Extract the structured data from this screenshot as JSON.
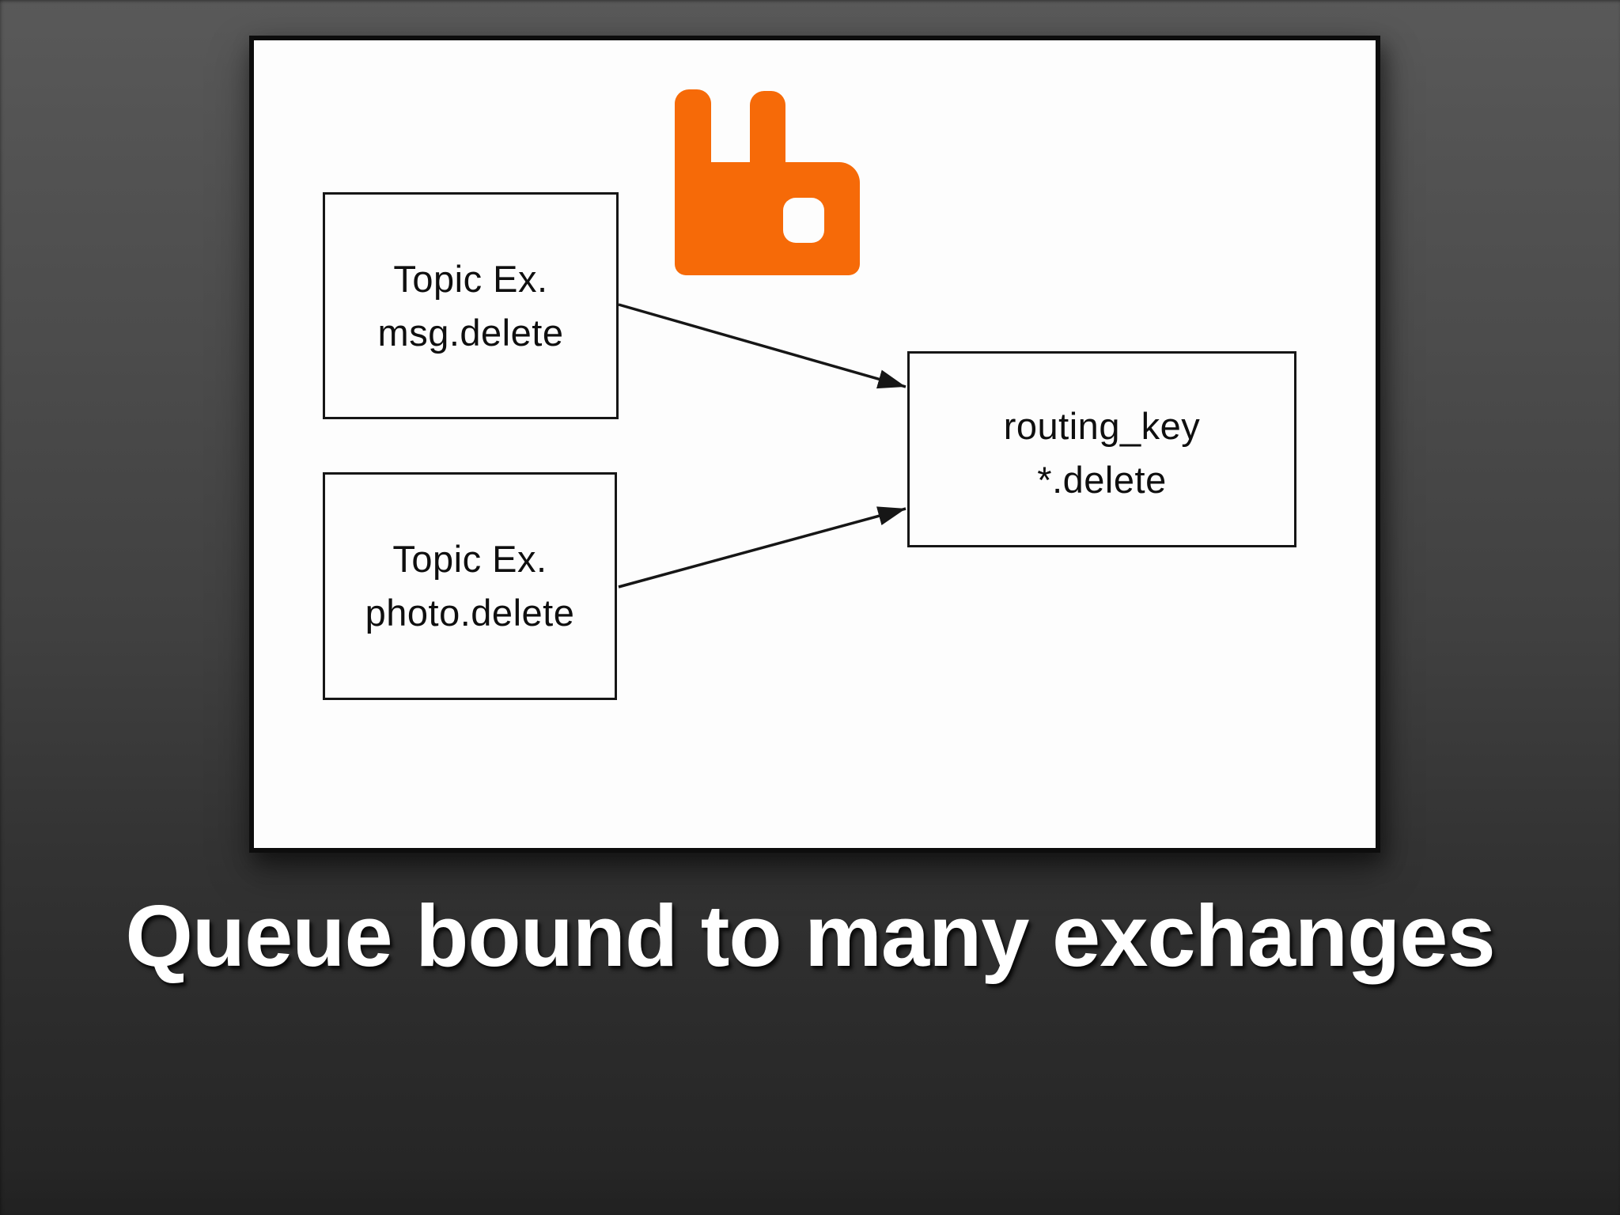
{
  "slide": {
    "title": "Queue bound to many exchanges",
    "colors": {
      "background_top": "#595959",
      "background_bottom": "#212121",
      "panel_bg": "#fdfdfd",
      "panel_border": "#0d0d0d",
      "box_border": "#161616",
      "diagram_text": "#0f0f0f",
      "logo_orange": "#f66a08",
      "title_text": "#ffffff"
    },
    "diagram": {
      "icon": "rabbitmq-logo",
      "nodes": [
        {
          "id": "exchange-msg",
          "role": "topic exchange",
          "lines": [
            "Topic Ex.",
            "msg.delete"
          ]
        },
        {
          "id": "exchange-photo",
          "role": "topic exchange",
          "lines": [
            "Topic Ex.",
            "photo.delete"
          ]
        },
        {
          "id": "queue-binding",
          "role": "queue binding",
          "lines": [
            "routing_key",
            "*.delete"
          ]
        }
      ],
      "edges": [
        {
          "from": "exchange-msg",
          "to": "queue-binding"
        },
        {
          "from": "exchange-photo",
          "to": "queue-binding"
        }
      ]
    }
  }
}
